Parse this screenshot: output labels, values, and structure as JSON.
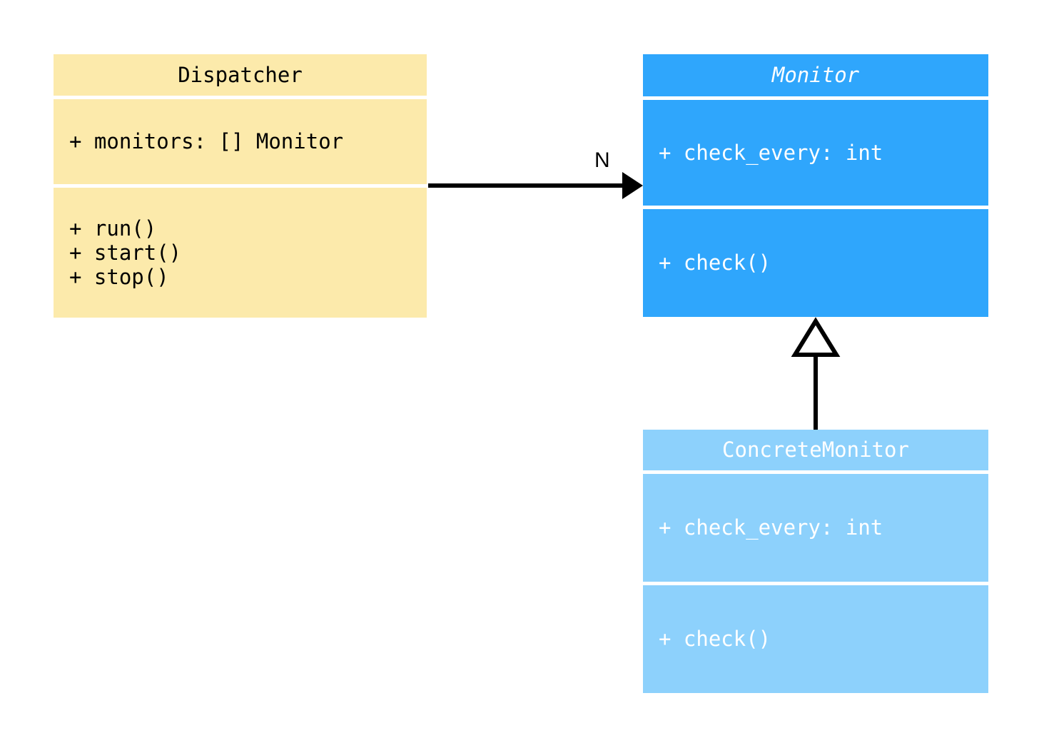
{
  "diagram": {
    "type": "uml-class-diagram",
    "background": "#ffffff",
    "classes": [
      {
        "key": "dispatcher",
        "name": "Dispatcher",
        "abstract": false,
        "fill": "#fceaab",
        "text_color": "#000000",
        "attributes": [
          "+ monitors: [] Monitor"
        ],
        "methods": [
          "+ run()",
          "+ start()",
          "+ stop()"
        ]
      },
      {
        "key": "monitor",
        "name": "Monitor",
        "abstract": true,
        "fill": "#2fa6fc",
        "text_color": "#ffffff",
        "attributes": [
          "+ check_every: int"
        ],
        "methods": [
          "+ check()"
        ]
      },
      {
        "key": "concrete_monitor",
        "name": "ConcreteMonitor",
        "abstract": false,
        "fill": "#8dd1fc",
        "text_color": "#ffffff",
        "attributes": [
          "+ check_every: int"
        ],
        "methods": [
          "+ check()"
        ]
      }
    ],
    "relationships": [
      {
        "key": "dispatcher-to-monitor",
        "kind": "association",
        "from": "Dispatcher",
        "to": "Monitor",
        "label": "N",
        "arrowhead": "filled-triangle",
        "line": "solid",
        "color": "#000000"
      },
      {
        "key": "concrete-to-monitor",
        "kind": "generalization",
        "from": "ConcreteMonitor",
        "to": "Monitor",
        "label": "",
        "arrowhead": "hollow-triangle",
        "line": "solid",
        "color": "#000000"
      }
    ]
  }
}
